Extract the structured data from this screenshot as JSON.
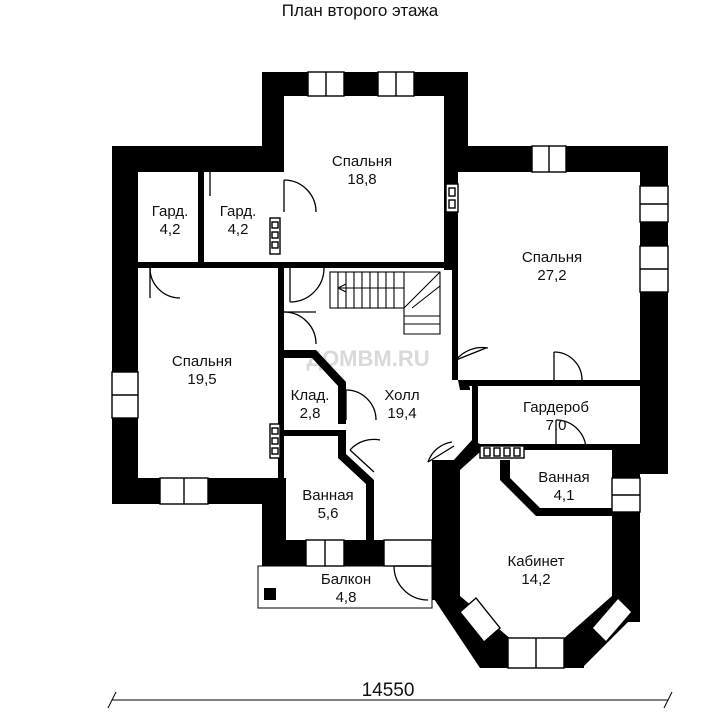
{
  "title": "План второго этажа",
  "watermark": "ДОМВМ.RU",
  "dimension": "14550",
  "rooms": [
    {
      "name": "Спальня",
      "area": "18,8"
    },
    {
      "name": "Спальня",
      "area": "27,2"
    },
    {
      "name": "Гард.",
      "area": "4,2"
    },
    {
      "name": "Гард.",
      "area": "4,2"
    },
    {
      "name": "Спальня",
      "area": "19,5"
    },
    {
      "name": "Клад.",
      "area": "2,8"
    },
    {
      "name": "Холл",
      "area": "19,4"
    },
    {
      "name": "Гардероб",
      "area": "7,0"
    },
    {
      "name": "Ванная",
      "area": "4,1"
    },
    {
      "name": "Ванная",
      "area": "5,6"
    },
    {
      "name": "Кабинет",
      "area": "14,2"
    },
    {
      "name": "Балкон",
      "area": "4,8"
    }
  ]
}
